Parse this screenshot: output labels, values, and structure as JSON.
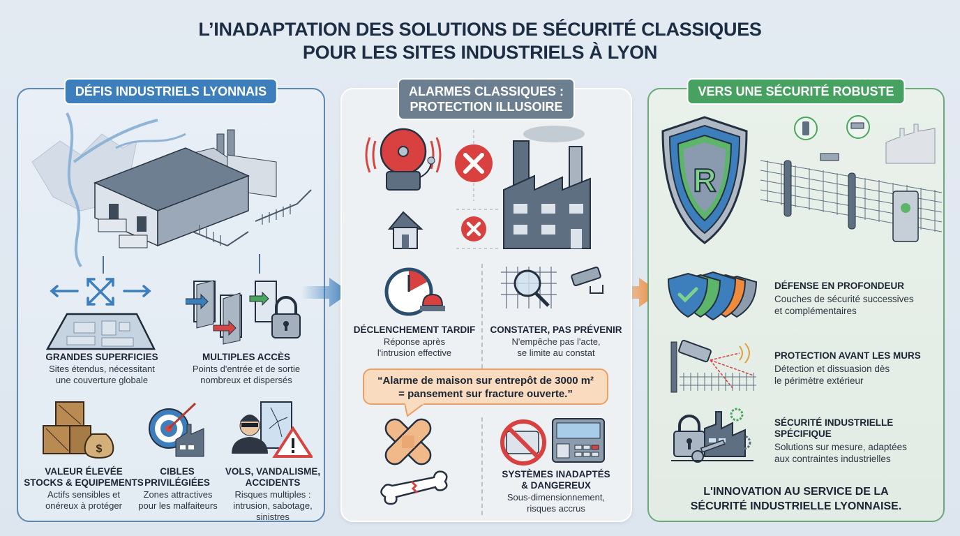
{
  "title": {
    "line1": "L’INADAPTATION DES SOLUTIONS DE SÉCURITÉ CLASSIQUES",
    "line2": "POUR LES SITES INDUSTRIELS À LYON"
  },
  "panels": {
    "challenges": {
      "badge": "DÉFIS INDUSTRIELS LYONNAIS",
      "color": "#3d7fbd",
      "items": [
        {
          "title": "GRANDES SUPERFICIES",
          "desc1": "Sites étendus, nécessitant",
          "desc2": "une couverture globale",
          "icon": "expand-floorplan-icon"
        },
        {
          "title": "MULTIPLES ACCÈS",
          "desc1": "Points d'entrée et de sortie",
          "desc2": "nombreux et dispersés",
          "icon": "doors-lock-icon"
        },
        {
          "title1": "VALEUR ÉLEVÉE",
          "title2": "STOCKS & EQUIPEMENTS",
          "desc1": "Actifs sensibles et",
          "desc2": "onéreux à protéger",
          "icon": "crates-money-icon"
        },
        {
          "title1": "CIBLES",
          "title2": "PRIVILÉGIÉES",
          "desc1": "Zones attractives",
          "desc2": "pour les malfaiteurs",
          "icon": "target-factory-icon"
        },
        {
          "title1": "VOLS, VANDALISME,",
          "title2": "ACCIDENTS",
          "desc1": "Risques multiples :",
          "desc2": "intrusion, sabotage,",
          "desc3": "sinistres",
          "icon": "burglar-warning-icon"
        }
      ]
    },
    "alarms": {
      "badge_line1": "ALARMES CLASSIQUES :",
      "badge_line2": "PROTECTION ILLUSOIRE",
      "color": "#6c7f91",
      "items": [
        {
          "title": "DÉCLENCHEMENT TARDIF",
          "desc1": "Réponse après",
          "desc2": "l'intrusion effective",
          "icon": "clock-siren-icon"
        },
        {
          "title": "CONSTATER, PAS PRÉVENIR",
          "desc1": "N'empêche pas l'acte,",
          "desc2": "se limite au constat",
          "icon": "magnifier-camera-icon"
        },
        {
          "title1": "SYSTÈMES INADAPTÉS",
          "title2": "& DANGEREUX",
          "desc1": "Sous-dimensionnement,",
          "desc2": "risques accrus",
          "icon": "forbidden-panel-icon"
        }
      ],
      "quote_line1": "“Alarme de maison sur entrepôt de 3000 m²",
      "quote_line2": "= pansement sur fracture ouverte.”"
    },
    "robust": {
      "badge": "VERS UNE SÉCURITÉ ROBUSTE",
      "color": "#47a160",
      "shield_letter": "R",
      "items": [
        {
          "title": "DÉFENSE EN PROFONDEUR",
          "desc1": "Couches de sécurité successives",
          "desc2": "et complémentaires",
          "icon": "layered-shields-icon"
        },
        {
          "title": "PROTECTION AVANT LES MURS",
          "desc1": "Détection et dissuasion dès",
          "desc2": "le périmètre extérieur",
          "icon": "perimeter-camera-icon"
        },
        {
          "title1": "SÉCURITÉ INDUSTRIELLE",
          "title2": "SPÉCIFIQUE",
          "desc1": "Solutions sur mesure, adaptées",
          "desc2": "aux contraintes industrielles",
          "icon": "lock-key-factory-icon"
        }
      ],
      "footer_line1": "L'INNOVATION AU SERVICE DE LA",
      "footer_line2": "SÉCURITÉ INDUSTRIELLE LYONNAISE."
    }
  }
}
